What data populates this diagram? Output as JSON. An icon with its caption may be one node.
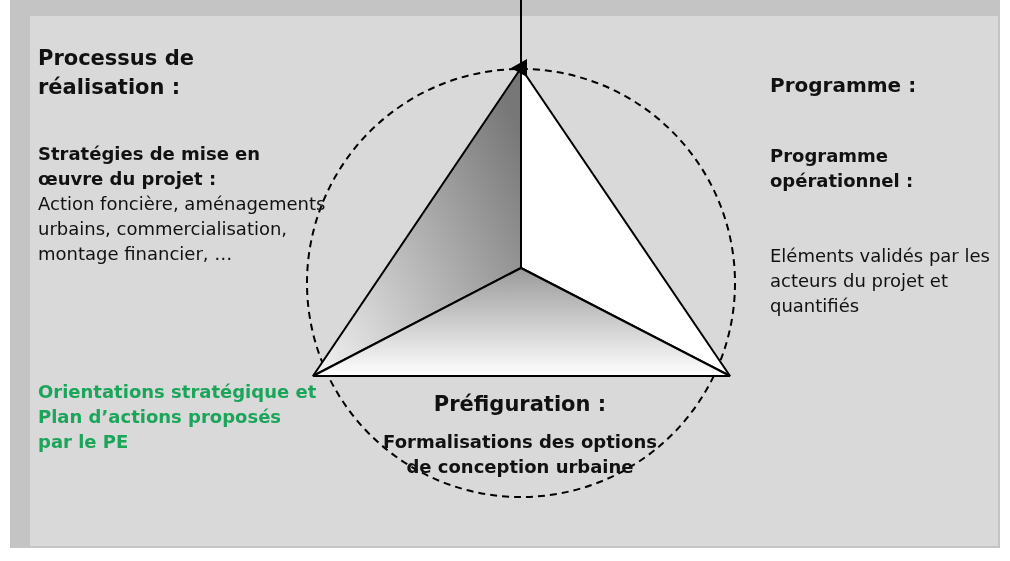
{
  "diagram": {
    "labels": [
      "Processus de réalisation :",
      "Stratégies de mise en œuvre du projet :",
      "Action foncière, aménagements urbains, commercialisation, montage financier, …",
      "Orientations stratégique et Plan d’actions proposés par le PE",
      "Programme :",
      "Programme opérationnel :",
      "Eléments validés par les acteurs du projet et quantifiés",
      "Préfiguration :",
      "Formalisations des options de conception urbaine"
    ]
  }
}
